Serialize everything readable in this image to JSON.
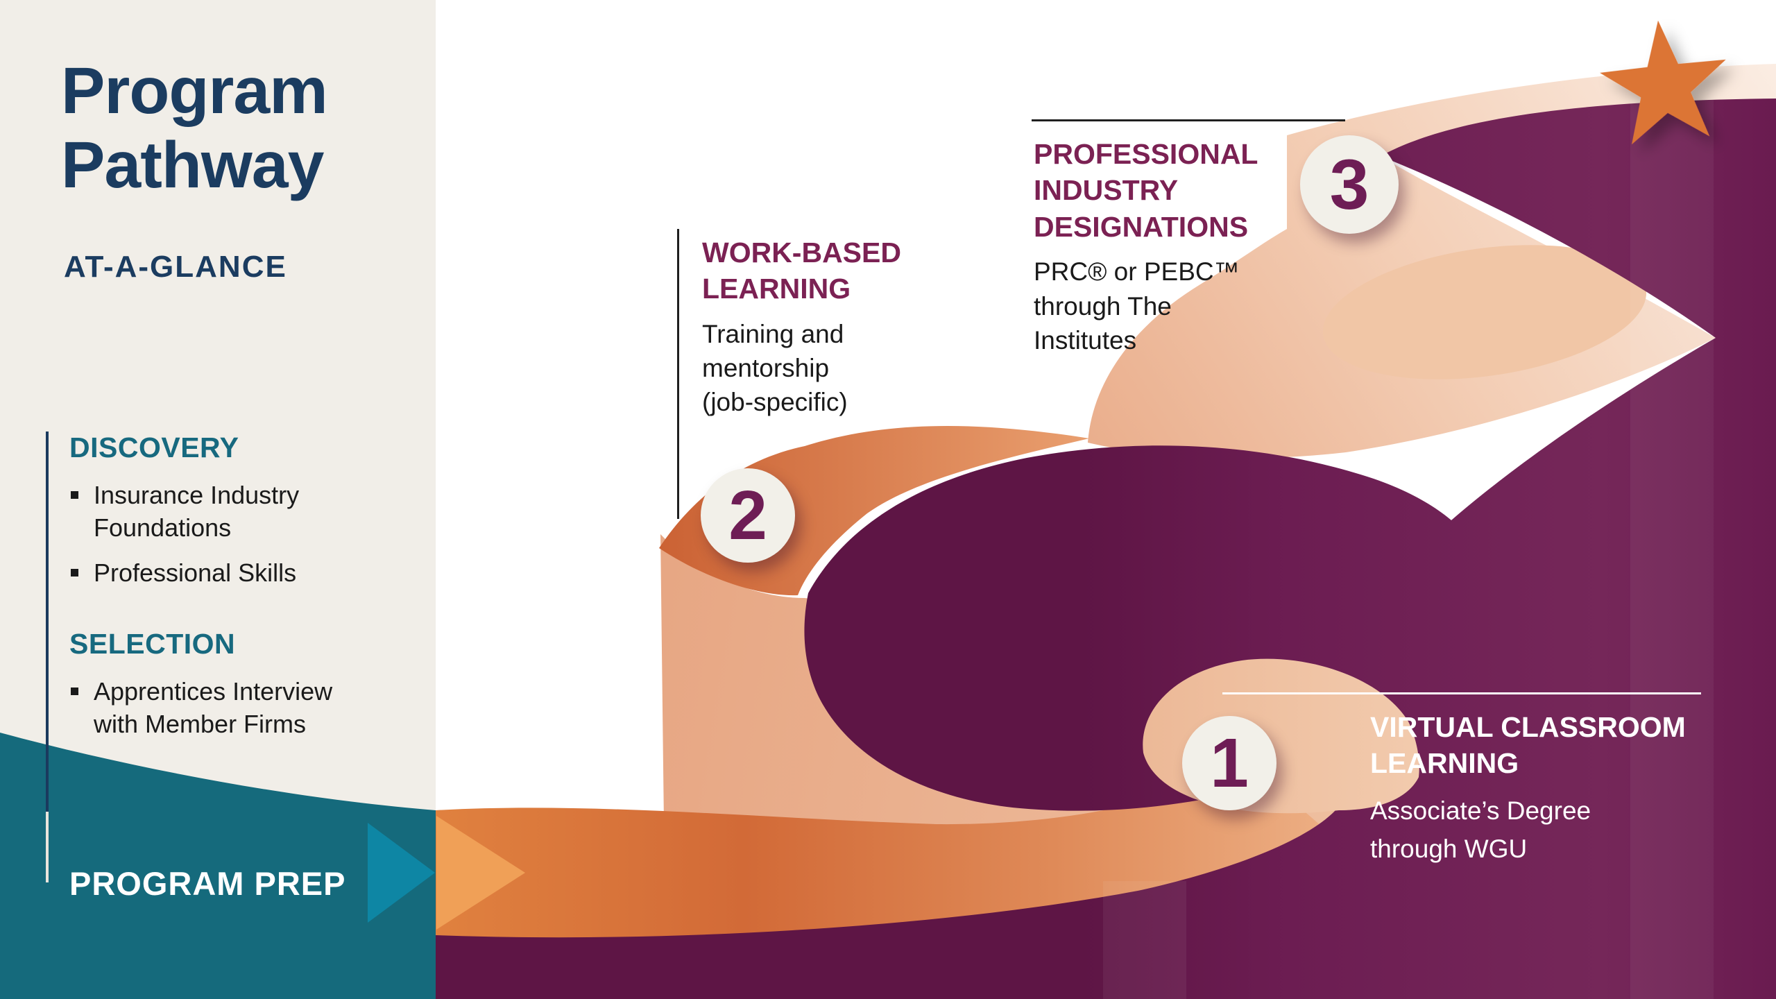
{
  "sidebar": {
    "title_lines": [
      "Program",
      "Pathway"
    ],
    "subtitle": "AT-A-GLANCE",
    "sections": [
      {
        "heading": "DISCOVERY",
        "items": [
          "Insurance Industry Foundations",
          "Professional Skills"
        ]
      },
      {
        "heading": "SELECTION",
        "items": [
          "Apprentices Interview with Member Firms"
        ]
      }
    ],
    "footer_label": "PROGRAM PREP"
  },
  "steps": [
    {
      "number": "1",
      "heading_lines": [
        "VIRTUAL CLASSROOM",
        "LEARNING"
      ],
      "desc_lines": [
        "Associate’s Degree",
        "through WGU"
      ]
    },
    {
      "number": "2",
      "heading_lines": [
        "WORK-BASED",
        "LEARNING"
      ],
      "desc_lines": [
        "Training and",
        "mentorship",
        "(job-specific)"
      ]
    },
    {
      "number": "3",
      "heading_lines": [
        "PROFESSIONAL",
        "INDUSTRY",
        "DESIGNATIONS"
      ],
      "desc_lines": [
        "PRC® or PEBC™",
        "through The",
        "Institutes"
      ]
    }
  ],
  "icons": {
    "star": "milestone-star",
    "teal_arrow": "forward-arrow",
    "orange_arrow": "forward-arrow"
  },
  "colors": {
    "navy": "#1B3C60",
    "teal_heading": "#17697F",
    "teal_wave": "#156A7C",
    "teal_arrow": "#0E86A4",
    "purple": "#6C1D52",
    "purple_heading": "#7B2153",
    "orange": "#D26A37",
    "pale_peach": "#F3CDB4",
    "star_orange": "#DC7435",
    "cream": "#F1EEE8",
    "circle_fill": "#F2F0E9"
  }
}
